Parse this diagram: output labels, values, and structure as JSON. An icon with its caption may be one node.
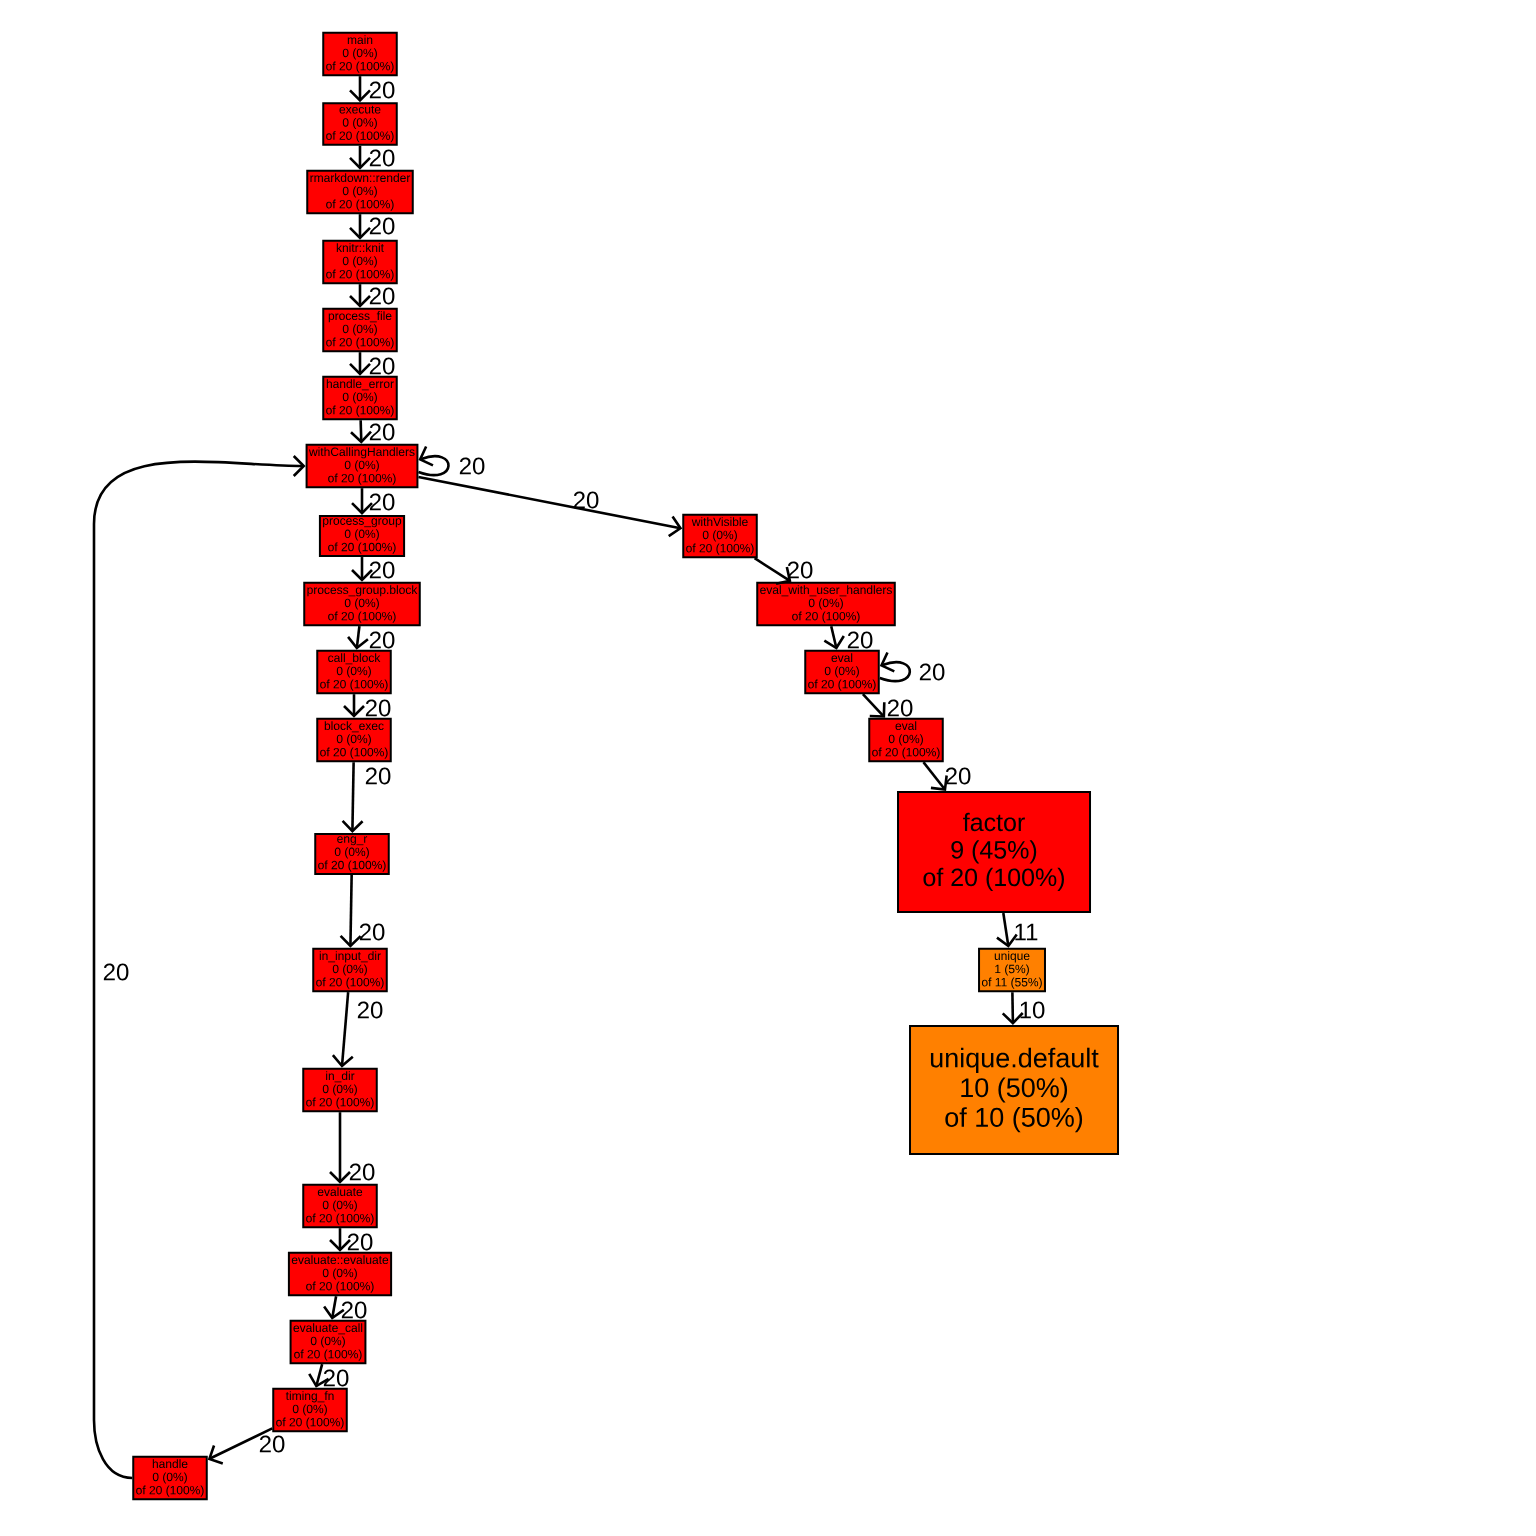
{
  "diagram": {
    "nodes": [
      {
        "text": [
          "main",
          "0 (0%)",
          "of 20 (100%)"
        ]
      },
      {
        "text": [
          "execute",
          "0 (0%)",
          "of 20 (100%)"
        ]
      },
      {
        "text": [
          "rmarkdown::render",
          "0 (0%)",
          "of 20 (100%)"
        ]
      },
      {
        "text": [
          "knitr::knit",
          "0 (0%)",
          "of 20 (100%)"
        ]
      },
      {
        "text": [
          "process_file",
          "0 (0%)",
          "of 20 (100%)"
        ]
      },
      {
        "text": [
          "handle_error",
          "0 (0%)",
          "of 20 (100%)"
        ]
      },
      {
        "text": [
          "withCallingHandlers",
          "0 (0%)",
          "of 20 (100%)"
        ]
      },
      {
        "text": [
          "process_group",
          "0 (0%)",
          "of 20 (100%)"
        ]
      },
      {
        "text": [
          "process_group.block",
          "0 (0%)",
          "of 20 (100%)"
        ]
      },
      {
        "text": [
          "call_block",
          "0 (0%)",
          "of 20 (100%)"
        ]
      },
      {
        "text": [
          "block_exec",
          "0 (0%)",
          "of 20 (100%)"
        ]
      },
      {
        "text": [
          "eng_r",
          "0 (0%)",
          "of 20 (100%)"
        ]
      },
      {
        "text": [
          "in_input_dir",
          "0 (0%)",
          "of 20 (100%)"
        ]
      },
      {
        "text": [
          "in_dir",
          "0 (0%)",
          "of 20 (100%)"
        ]
      },
      {
        "text": [
          "evaluate",
          "0 (0%)",
          "of 20 (100%)"
        ]
      },
      {
        "text": [
          "evaluate::evaluate",
          "0 (0%)",
          "of 20 (100%)"
        ]
      },
      {
        "text": [
          "evaluate_call",
          "0 (0%)",
          "of 20 (100%)"
        ]
      },
      {
        "text": [
          "timing_fn",
          "0 (0%)",
          "of 20 (100%)"
        ]
      },
      {
        "text": [
          "handle",
          "0 (0%)",
          "of 20 (100%)"
        ]
      },
      {
        "text": [
          "withVisible",
          "0 (0%)",
          "of 20 (100%)"
        ]
      },
      {
        "text": [
          "eval_with_user_handlers",
          "0 (0%)",
          "of 20 (100%)"
        ]
      },
      {
        "text": [
          "eval",
          "0 (0%)",
          "of 20 (100%)"
        ]
      },
      {
        "text": [
          "eval",
          "0 (0%)",
          "of 20 (100%)"
        ]
      },
      {
        "text": [
          "factor",
          "9 (45%)",
          "of 20 (100%)"
        ]
      },
      {
        "text": [
          "unique",
          "1 (5%)",
          "of 11 (55%)"
        ]
      },
      {
        "text": [
          "unique.default",
          "10 (50%)",
          "of 10 (50%)"
        ]
      }
    ],
    "edges": [
      {
        "from": 0,
        "to": 1,
        "arrow": "to",
        "label": "20"
      },
      {
        "from": 1,
        "to": 2,
        "arrow": "to",
        "label": "20"
      },
      {
        "from": 2,
        "to": 3,
        "arrow": "to",
        "label": "20"
      },
      {
        "from": 3,
        "to": 4,
        "arrow": "to",
        "label": "20"
      },
      {
        "from": 4,
        "to": 5,
        "arrow": "to",
        "label": "20"
      },
      {
        "from": 5,
        "to": 6,
        "arrow": "to",
        "label": "20"
      },
      {
        "from": 6,
        "to": 7,
        "arrow": "to",
        "label": "20"
      },
      {
        "from": 7,
        "to": 8,
        "arrow": "to",
        "label": "20"
      },
      {
        "from": 8,
        "to": 9,
        "arrow": "to",
        "label": "20"
      },
      {
        "from": 9,
        "to": 10,
        "arrow": "to",
        "label": "20"
      },
      {
        "from": 10,
        "to": 11,
        "arrow": "to",
        "label": "20"
      },
      {
        "from": 11,
        "to": 12,
        "arrow": "to",
        "label": "20"
      },
      {
        "from": 12,
        "to": 13,
        "arrow": "to",
        "label": "20"
      },
      {
        "from": 13,
        "to": 14,
        "arrow": "to",
        "label": "20"
      },
      {
        "from": 14,
        "to": 15,
        "arrow": "to",
        "label": "20"
      },
      {
        "from": 15,
        "to": 16,
        "arrow": "to",
        "label": "20"
      },
      {
        "from": 16,
        "to": 17,
        "arrow": "to",
        "label": "20"
      },
      {
        "from": 17,
        "to": 18,
        "arrow": "to",
        "label": "20"
      },
      {
        "from": 18,
        "to": 6,
        "arrow": "to",
        "label": "20"
      },
      {
        "from": 6,
        "to": 6,
        "arrow": "to",
        "label": "20"
      },
      {
        "from": 6,
        "to": 19,
        "arrow": "to",
        "label": "20"
      },
      {
        "from": 19,
        "to": 20,
        "arrow": "to",
        "label": "20"
      },
      {
        "from": 20,
        "to": 21,
        "arrow": "to",
        "label": "20"
      },
      {
        "from": 21,
        "to": 21,
        "arrow": "to",
        "label": "20"
      },
      {
        "from": 21,
        "to": 22,
        "arrow": "to",
        "label": "20"
      },
      {
        "from": 22,
        "to": 23,
        "arrow": "to",
        "label": "20"
      },
      {
        "from": 23,
        "to": 24,
        "arrow": "to",
        "label": "11"
      },
      {
        "from": 24,
        "to": 25,
        "arrow": "to",
        "label": "10"
      }
    ]
  }
}
